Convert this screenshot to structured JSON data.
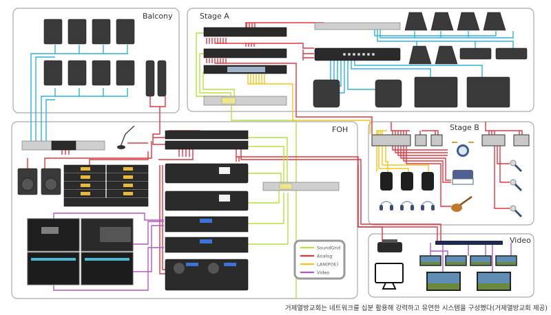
{
  "zones": {
    "balcony": "Balcony",
    "stage_a": "Stage A",
    "foh": "FOH",
    "stage_b": "Stage B",
    "video": "Video"
  },
  "legend": {
    "items": [
      {
        "label": "SoundGrid",
        "color": "#b7e23a"
      },
      {
        "label": "Analog",
        "color": "#e5333f"
      },
      {
        "label": "LAN(POE)",
        "color": "#f5c518"
      },
      {
        "label": "Video",
        "color": "#b257c5"
      }
    ]
  },
  "colors": {
    "speaker_cable": "#2cb3dc",
    "zone_border": "#a8a8a8"
  },
  "devices": {
    "balcony": [
      "speaker-cabinet",
      "speaker-cabinet",
      "speaker-cabinet",
      "speaker-cabinet",
      "speaker-cabinet",
      "speaker-cabinet",
      "speaker-cabinet",
      "speaker-cabinet",
      "column-speaker",
      "column-speaker"
    ],
    "stage_a": [
      "io-rack",
      "io-rack",
      "io-rack-blue",
      "network-switch",
      "power-amplifier",
      "power-amplifier",
      "floor-monitor",
      "floor-monitor",
      "floor-monitor",
      "floor-monitor",
      "floor-monitor",
      "floor-monitor",
      "side-monitor",
      "side-monitor",
      "subwoofer",
      "subwoofer",
      "subwoofer-large",
      "subwoofer-large"
    ],
    "foh": [
      "amplifier-rack",
      "gooseneck-mic",
      "io-rack",
      "io-rack",
      "studio-monitor",
      "studio-monitor",
      "wireless-receivers",
      "server-rack",
      "server-rack",
      "network-switch",
      "computer-rack",
      "computer-rack",
      "dual-cd-player",
      "mixer-screens"
    ],
    "stage_b": [
      "stage-box",
      "stage-box-small",
      "stage-box-small",
      "stage-box",
      "stage-box-small",
      "drum-kit",
      "piano",
      "guitar",
      "personal-mixer",
      "personal-mixer",
      "personal-mixer",
      "headphones",
      "headphones",
      "headphones",
      "microphone",
      "microphone",
      "microphone"
    ],
    "video": [
      "video-switcher",
      "video-matrix",
      "computer-monitor",
      "display",
      "display",
      "display",
      "display",
      "large-display",
      "large-display"
    ]
  },
  "caption": "거제열방교회는 네트워크를 십분 활용해 강력하고 유연한 시스템을 구성했다(거제열방교회 제공)"
}
